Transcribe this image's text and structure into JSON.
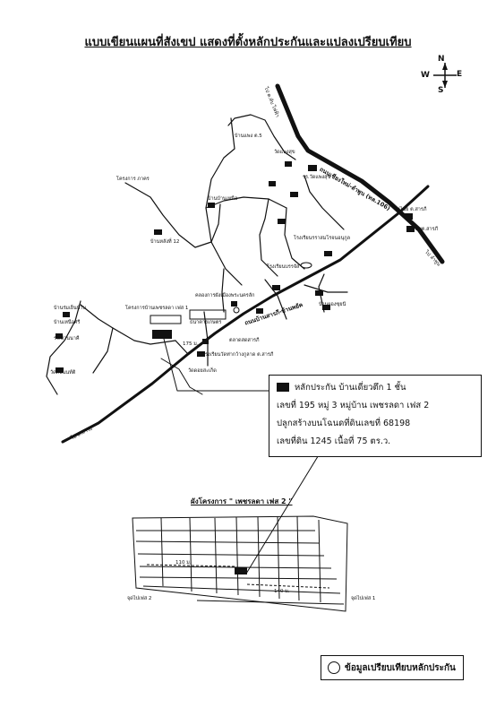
{
  "title": "แบบเขียนแผนที่สังเขป  แสดงที่ตั้งหลักประกันและแปลงเปรียบเทียบ",
  "compass": {
    "n": "N",
    "s": "S",
    "e": "E",
    "w": "W"
  },
  "labels": {
    "road_top": "ไป ต.ทับ ไฟฟ้า",
    "road_main": "ถนนเชียงใหม่-ลำพูน (ทล.106)",
    "road_right": "ไป ลำพูน",
    "road_left": "ไป ต.ท่าวัง",
    "ban_top": "บ้านแพง ต.5",
    "wat": "วัดแพงสุข",
    "school": "รร.วัดแพงสุข",
    "project_left": "โครงการ ภาคร",
    "ban12": "บ้านหลังที่ 12",
    "ban_mid": "บ้านบ้านเหนือ",
    "temple_right": "วัดไชย ต.สารภี",
    "amphoe": "อบต.สารภี",
    "factory": "โรงเรียนรราสมโรจนอนุกูล",
    "plant": "โรงเรียนบรรจัส",
    "ban_bottom": "บ้านผองซุยนี",
    "project_left2": "โครงการบ้านเพชรลดา เฟส 1",
    "office": "คลองการผังเมืองพระนครลัก",
    "bank": "ธนาคารเกษตร",
    "mark": "ถนนบ้านสารภี-บ้านพยัค",
    "dist1": "175 ม.",
    "school2": "โรงเรียนวัดท่ากว้างกูลาด ต.สารภี",
    "wat2": "วัดดอยสะเก็ด",
    "market": "ตลาดสดสารภี",
    "left1": "บ้านร่มเย็นบ้าน",
    "left2": "รร.บ้านนาคี",
    "left3": "บ้านเหนือศรี",
    "left4": "วัดคอนนท์ติ"
  },
  "infobox": {
    "line1": "หลักประกัน  บ้านเดี่ยวตึก 1 ชั้น",
    "line2": "เลขที่  195  หมู่ 3   หมู่บ้าน  เพชรลดา เฟส 2",
    "line3": "ปลูกสร้างบนโฉนดที่ดินเลขที่  68198",
    "line4": "เลขที่ดิน  1245      เนื้อที่   75   ตร.ว."
  },
  "project": {
    "title": "ผังโครงการ \" เพชรลดา เฟส 2 \"",
    "dist_a": "110 ม.",
    "dist_b": "140 ม.",
    "gate_left": "จุดไปเฟส 2",
    "gate_right": "จุดไปเฟส 1"
  },
  "footer": {
    "legend": "ข้อมูลเปรียบเทียบหลักประกัน"
  },
  "colors": {
    "ink": "#111111",
    "paper": "#ffffff"
  }
}
